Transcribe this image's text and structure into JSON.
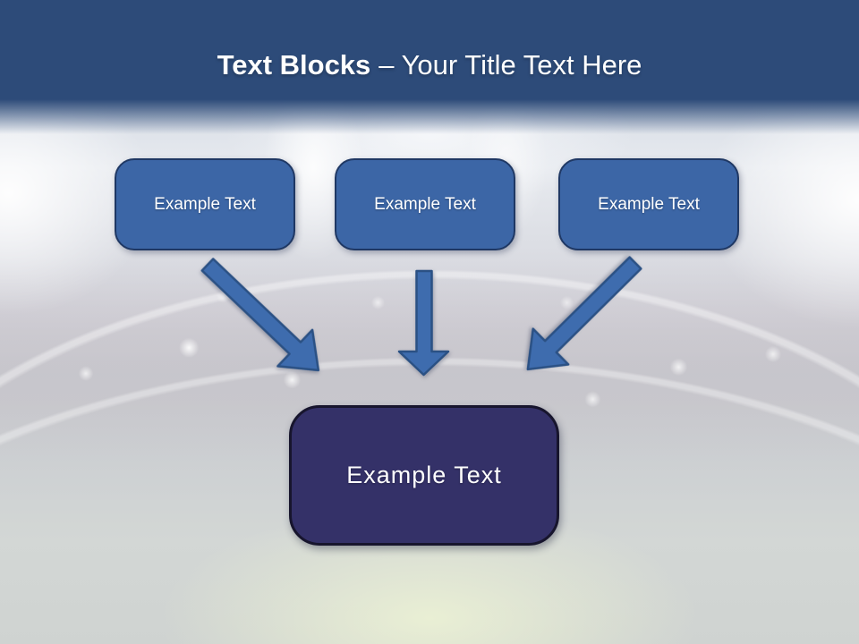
{
  "title": {
    "bold": "Text Blocks",
    "rest": "– Your Title Text Here"
  },
  "top_boxes": [
    {
      "label": "Example Text"
    },
    {
      "label": "Example Text"
    },
    {
      "label": "Example Text"
    }
  ],
  "center_box": {
    "label": "Example Text"
  },
  "colors": {
    "header_blue": "#2d4b79",
    "box_fill": "#3c66a6",
    "box_border": "#1f3864",
    "arrow_fill": "#3e6cae",
    "arrow_stroke": "#2b5184",
    "center_fill": "#343168",
    "center_border": "#17152d",
    "title_color": "#ffffff",
    "label_color": "#ffffff"
  }
}
